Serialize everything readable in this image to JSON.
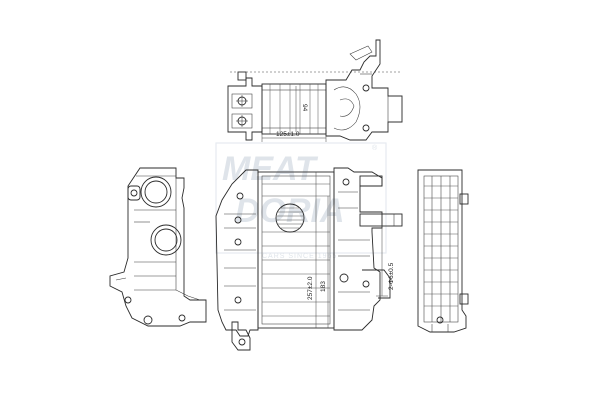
{
  "dimensions": {
    "top_view_height": "94",
    "top_view_width": "125±1.0",
    "front_view_core_height": "257±2.0",
    "front_view_depth": "183",
    "side_offset": "2-Φ6±0.5"
  },
  "watermark": {
    "line1": "MEAT",
    "line2": "DORIA",
    "tagline": "CARS SINCE 1965",
    "registered_mark": "®"
  },
  "colors": {
    "line": "#2b2b2b",
    "watermark": "#dfe4ea"
  }
}
